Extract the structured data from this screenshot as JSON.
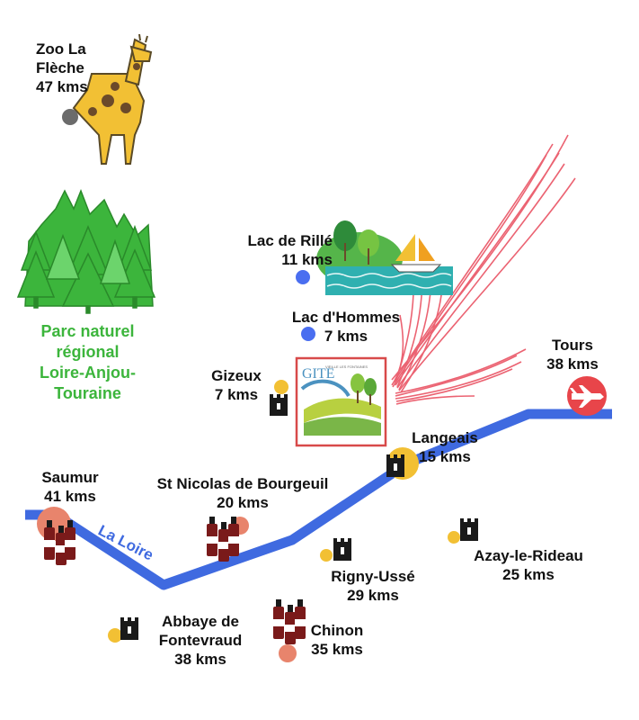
{
  "colors": {
    "river": "#3f6ae0",
    "park_green": "#3cb53c",
    "gite_frame": "#d84a4a",
    "airport": "#e8454a",
    "castle_dot": "#f2c034",
    "wine_dot": "#e8846c",
    "lake_dot": "#4a6ef0",
    "arrows": "#e8485a"
  },
  "river_label": "La Loire",
  "gite": {
    "sign": "GITE",
    "sub": "VIEILLE LES FONTAINES"
  },
  "places": {
    "zoo": {
      "lines": [
        "Zoo La",
        "Flèche",
        "47 kms"
      ],
      "icon": "giraffe-icon"
    },
    "parc": {
      "lines": [
        "Parc naturel",
        "régional",
        "Loire-Anjou-",
        "Touraine"
      ],
      "icon": "forest-icon"
    },
    "lac_rille": {
      "lines": [
        "Lac de Rillé",
        "11 kms"
      ],
      "icon": "lake-sailboat-icon"
    },
    "lac_hommes": {
      "lines": [
        "Lac d'Hommes",
        "7 kms"
      ],
      "icon": "lake-dot-icon"
    },
    "gizeux": {
      "lines": [
        "Gizeux",
        "7 kms"
      ],
      "icon": "castle-icon"
    },
    "tours": {
      "lines": [
        "Tours",
        "38 kms"
      ],
      "icon": "airplane-icon"
    },
    "langeais": {
      "lines": [
        "Langeais",
        "15 kms"
      ],
      "icon": "castle-icon"
    },
    "saumur": {
      "lines": [
        "Saumur",
        "41 kms"
      ],
      "icon": "wine-bottles-icon"
    },
    "st_nicolas": {
      "lines": [
        "St Nicolas de Bourgeuil",
        "20 kms"
      ],
      "icon": "wine-bottles-icon"
    },
    "azay": {
      "lines": [
        "Azay-le-Rideau",
        "25 kms"
      ],
      "icon": "castle-icon"
    },
    "rigny": {
      "lines": [
        "Rigny-Ussé",
        "29 kms"
      ],
      "icon": "castle-icon"
    },
    "fontevraud": {
      "lines": [
        "Abbaye de",
        "Fontevraud",
        "38 kms"
      ],
      "icon": "castle-icon"
    },
    "chinon": {
      "lines": [
        "Chinon",
        "35 kms"
      ],
      "icon": "wine-bottles-icon"
    }
  }
}
